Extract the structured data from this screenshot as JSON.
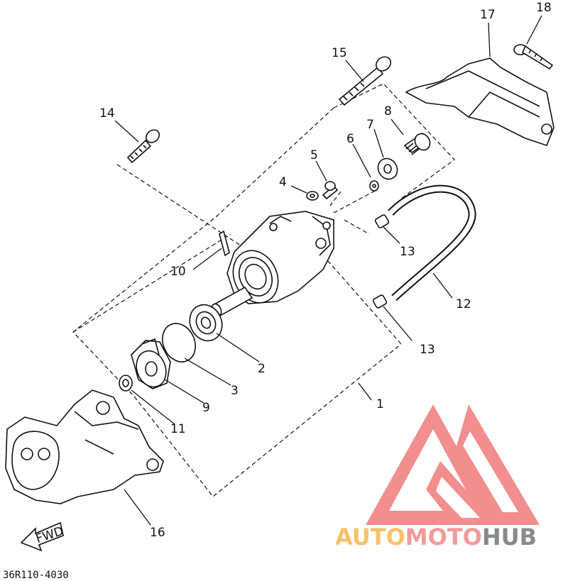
{
  "diagram": {
    "code": "36R110-4030",
    "fwd_label": "FWD",
    "callouts": [
      "1",
      "2",
      "3",
      "4",
      "5",
      "6",
      "7",
      "8",
      "9",
      "10",
      "11",
      "12",
      "13",
      "13",
      "14",
      "15",
      "16",
      "17",
      "18"
    ]
  },
  "watermark": {
    "auto": "AUTO",
    "moto": "MOTO",
    "hub": "HUB",
    "colors": {
      "auto": "#f7c26b",
      "moto": "#f39a9a",
      "hub": "#8a8a8a",
      "logo": "#f27b7b"
    }
  }
}
